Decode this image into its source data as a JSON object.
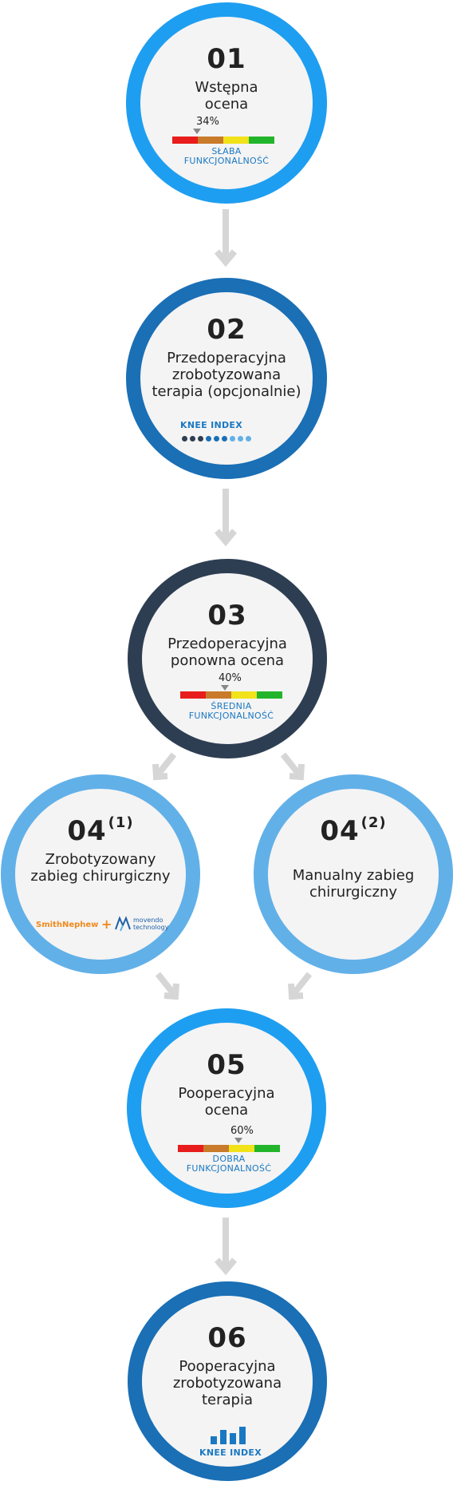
{
  "steps": [
    {
      "number": "01",
      "title": "Wstępna ocena",
      "scale": {
        "percent": "34%",
        "value": 0.34,
        "label": "SŁABA FUNKCJONALNOŚĆ"
      },
      "ring_color": "#1e9ef0"
    },
    {
      "number": "02",
      "title": "Przedoperacyjna zrobotyzowana terapia (opcjonalnie)",
      "knee_index": "KNEE INDEX",
      "ring_color": "#1a6fb5"
    },
    {
      "number": "03",
      "title": "Przedoperacyjna ponowna ocena",
      "scale": {
        "percent": "40%",
        "value": 0.4,
        "label": "ŚREDNIA FUNKCJONALNOŚĆ"
      },
      "ring_color": "#2e3e52"
    },
    {
      "number": "04",
      "sup": "(1)",
      "title": "Zrobotyzowany zabieg chirurgiczny",
      "brand1": "SmithNephew",
      "brand_plus": "+",
      "brand2": "movendo technology",
      "ring_color": "#62b0e8"
    },
    {
      "number": "04",
      "sup": "(2)",
      "title": "Manualny zabieg chirurgiczny",
      "ring_color": "#62b0e8"
    },
    {
      "number": "05",
      "title": "Pooperacyjna ocena",
      "scale": {
        "percent": "60%",
        "value": 0.6,
        "label": "DOBRA FUNKCJONALNOŚĆ"
      },
      "ring_color": "#1e9ef0"
    },
    {
      "number": "06",
      "title": "Pooperacyjna zrobotyzowana terapia",
      "knee_index": "KNEE INDEX",
      "ring_color": "#1a6fb5"
    }
  ],
  "scale_colors": [
    "#e81c1c",
    "#c97a2a",
    "#f1e21a",
    "#22b52b"
  ],
  "dot_colors": [
    "#2e3e52",
    "#2e3e52",
    "#2e3e52",
    "#1a6fb5",
    "#1a6fb5",
    "#1a6fb5",
    "#62b0e8",
    "#62b0e8",
    "#62b0e8"
  ],
  "arrow_color": "#d6d6d6"
}
